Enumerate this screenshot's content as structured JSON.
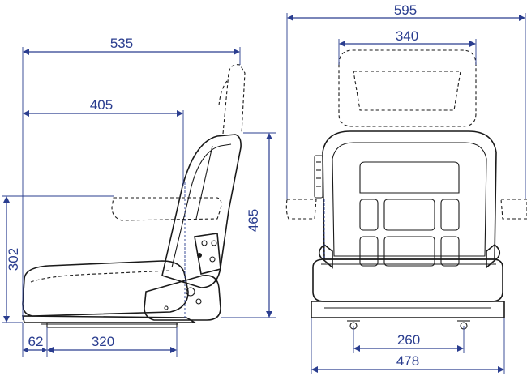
{
  "dimensions": {
    "side_total_length": "535",
    "side_seat_depth": "405",
    "side_seat_height": "302",
    "side_backrest_height": "465",
    "side_front_offset": "62",
    "side_slide_length": "320",
    "front_total_width": "595",
    "front_headrest_width": "340",
    "front_mount_width": "260",
    "front_base_width": "478"
  },
  "colors": {
    "dimension": "#2a3d8f",
    "outline": "#1a1a1a"
  }
}
